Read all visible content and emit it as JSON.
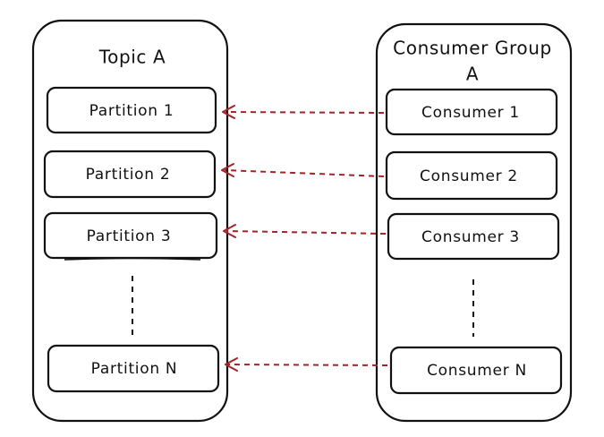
{
  "diagram": {
    "topic": {
      "title": "Topic A",
      "partitions": [
        {
          "label": "Partition 1"
        },
        {
          "label": "Partition 2"
        },
        {
          "label": "Partition 3"
        },
        {
          "label": "Partition N"
        }
      ]
    },
    "consumer_group": {
      "title_line1": "Consumer Group",
      "title_line2": "A",
      "consumers": [
        {
          "label": "Consumer 1"
        },
        {
          "label": "Consumer 2"
        },
        {
          "label": "Consumer 3"
        },
        {
          "label": "Consumer N"
        }
      ]
    },
    "colors": {
      "stroke": "#111111",
      "arrow": "#a0242a",
      "background": "#ffffff"
    },
    "ellipsis": "vertical dashed line"
  }
}
